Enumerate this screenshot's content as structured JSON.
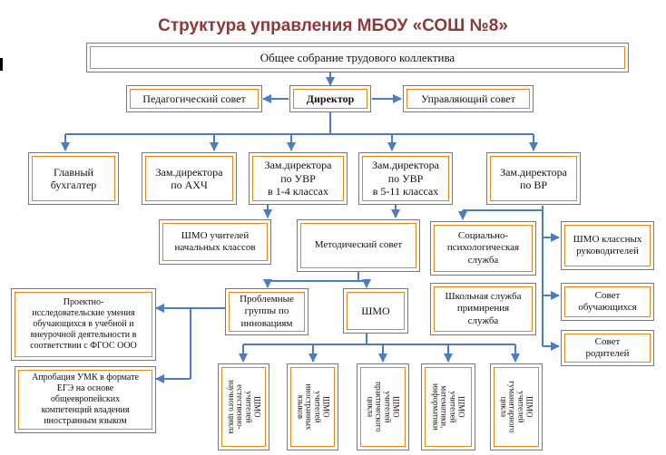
{
  "title": "Структура управления МБОУ «СОШ №8»",
  "nodes": {
    "assembly": "Общее собрание трудового коллектива",
    "ped_council": "Педагогический совет",
    "director": "Директор",
    "gov_council": "Управляющий совет",
    "accountant": "Главный\nбухгалтер",
    "deputy_ahch": "Зам.директора\nпо АХЧ",
    "deputy_uvr_1_4": "Зам.директора\nпо УВР\nв 1-4 классах",
    "deputy_uvr_5_11": "Зам.директора\nпо УВР\nв 5-11 классах",
    "deputy_vr": "Зам.директора\nпо ВР",
    "shmo_primary": "ШМО учителей\nначальных классов",
    "method_council": "Методический совет",
    "social_service": "Социально-\nпсихологическая\nслужба",
    "shmo_class": "ШМО классных\nруководителей",
    "reconciliation": "Школьная служба\nпримирения\nслужба",
    "student_council": "Совет\nобучающихся",
    "parent_council": "Совет\nродителей",
    "project_skills": "Проектно-\nисследовательские умения\nобучающихся в учебной и\nвнеурочной деятельности в\nсоответствии с ФГОС ООО",
    "problem_groups": "Проблемные\nгруппы по\nинновациям",
    "shmo": "ШМО",
    "approbation": "Апробация УМК в формате\nЕГЭ на основе\nобщеевропейских\nкомпетенций владения\nиностранным языком",
    "shmo_natural": "ШМО\nучителей\nестественно-\nнаучного цикла",
    "shmo_foreign": "ШМО\nучителей\nиностранных\nязыков",
    "shmo_practical": "ШМО\nучителей\nпрактического\nцикла",
    "shmo_math": "ШМО\nучителей\nматематики,\nинформатики",
    "shmo_humanitarian": "ШМО\nучителей\nгуманитарного\nцикла"
  }
}
